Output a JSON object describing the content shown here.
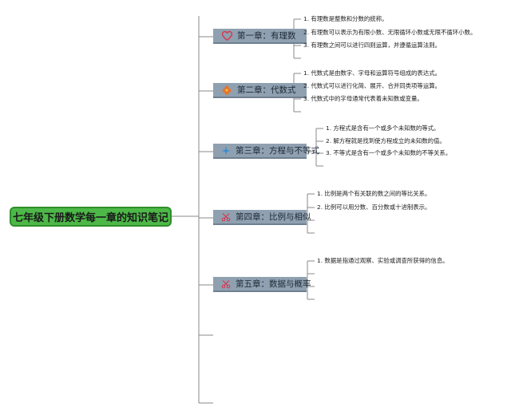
{
  "root": {
    "title": "七年级下册数学每一章的知识笔记"
  },
  "chapters": [
    {
      "title": "第一章：有理数",
      "icon": "heart-icon",
      "icon_color": "#d9324a",
      "notes": [
        "1. 有理数是整数和分数的统称。",
        "2. 有理数可以表示为有限小数、无限循环小数或无限不循环小数。",
        "3. 有理数之间可以进行四则运算，并遵循运算法则。"
      ]
    },
    {
      "title": "第二章：代数式",
      "icon": "flower-icon",
      "icon_color": "#e8742a",
      "notes": [
        "1. 代数式是由数字、字母和运算符号组成的表达式。",
        "2. 代数式可以进行化简、展开、合并同类项等运算。",
        "3. 代数式中的字母通常代表着未知数或变量。"
      ]
    },
    {
      "title": "第三章：方程与不等式",
      "icon": "sparkle-icon",
      "icon_color": "#2e8bd6",
      "notes": [
        "1. 方程式是含有一个或多个未知数的等式。",
        "2. 解方程就是找到使方程成立的未知数的值。",
        "3. 不等式是含有一个或多个未知数的不等关系。"
      ]
    },
    {
      "title": "第四章：比例与相似",
      "icon": "scissors-icon",
      "icon_color": "#d9324a",
      "notes": [
        "1. 比例是两个有关联的数之间的等比关系。",
        "2. 比例可以用分数、百分数或十进制表示。"
      ]
    },
    {
      "title": "第五章：数据与概率",
      "icon": "scissors-icon",
      "icon_color": "#d9324a",
      "notes": [
        "1. 数据是指通过观察、实验或调查所获得的信息。"
      ]
    }
  ]
}
